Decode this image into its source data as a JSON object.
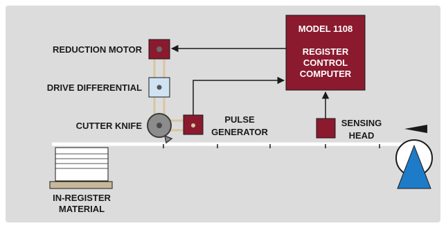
{
  "labels": {
    "computer_model": "MODEL 1108",
    "computer_line1": "REGISTER",
    "computer_line2": "CONTROL",
    "computer_line3": "COMPUTER",
    "reduction_motor": "REDUCTION MOTOR",
    "drive_differential": "DRIVE DIFFERENTIAL",
    "cutter_knife": "CUTTER KNIFE",
    "pulse_line1": "PULSE",
    "pulse_line2": "GENERATOR",
    "sensing_line1": "SENSING",
    "sensing_line2": "HEAD",
    "material_line1": "IN-REGISTER",
    "material_line2": "MATERIAL"
  },
  "colors": {
    "background_panel": "#dcdcdc",
    "component_fill": "#8b1a2e",
    "differential_fill": "#cfe3f3",
    "belt": "#d9c6a0",
    "material_base": "#c8b89a",
    "feed_triangle": "#1e7bc8",
    "line": "#1a1a1a"
  }
}
